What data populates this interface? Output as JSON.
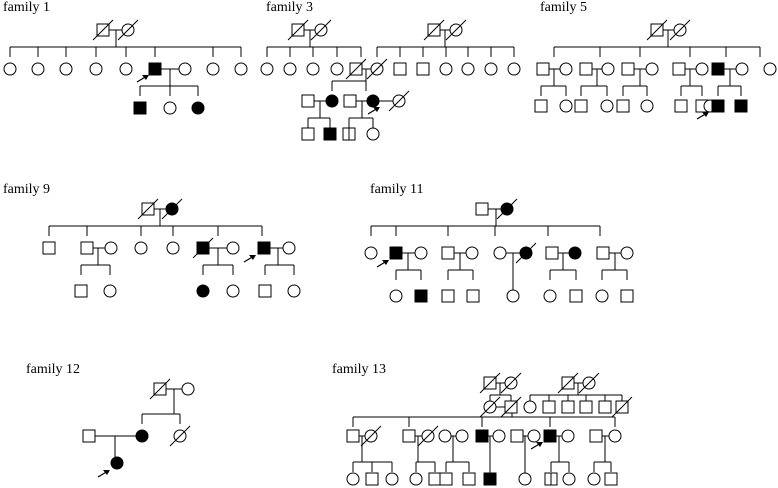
{
  "diagram": {
    "type": "pedigree",
    "families": [
      {
        "id": "family-1",
        "label": "family 1"
      },
      {
        "id": "family-3",
        "label": "family 3"
      },
      {
        "id": "family-5",
        "label": "family 5"
      },
      {
        "id": "family-9",
        "label": "family 9"
      },
      {
        "id": "family-11",
        "label": "family 11"
      },
      {
        "id": "family-12",
        "label": "family 12"
      },
      {
        "id": "family-13",
        "label": "family 13"
      }
    ],
    "legend_symbols": {
      "male": "square",
      "female": "circle",
      "affected": "filled",
      "deceased": "diagonal slash",
      "proband": "arrow"
    },
    "colors": {
      "affected": "#000000",
      "unaffected": "#ffffff",
      "line": "#000000"
    }
  }
}
